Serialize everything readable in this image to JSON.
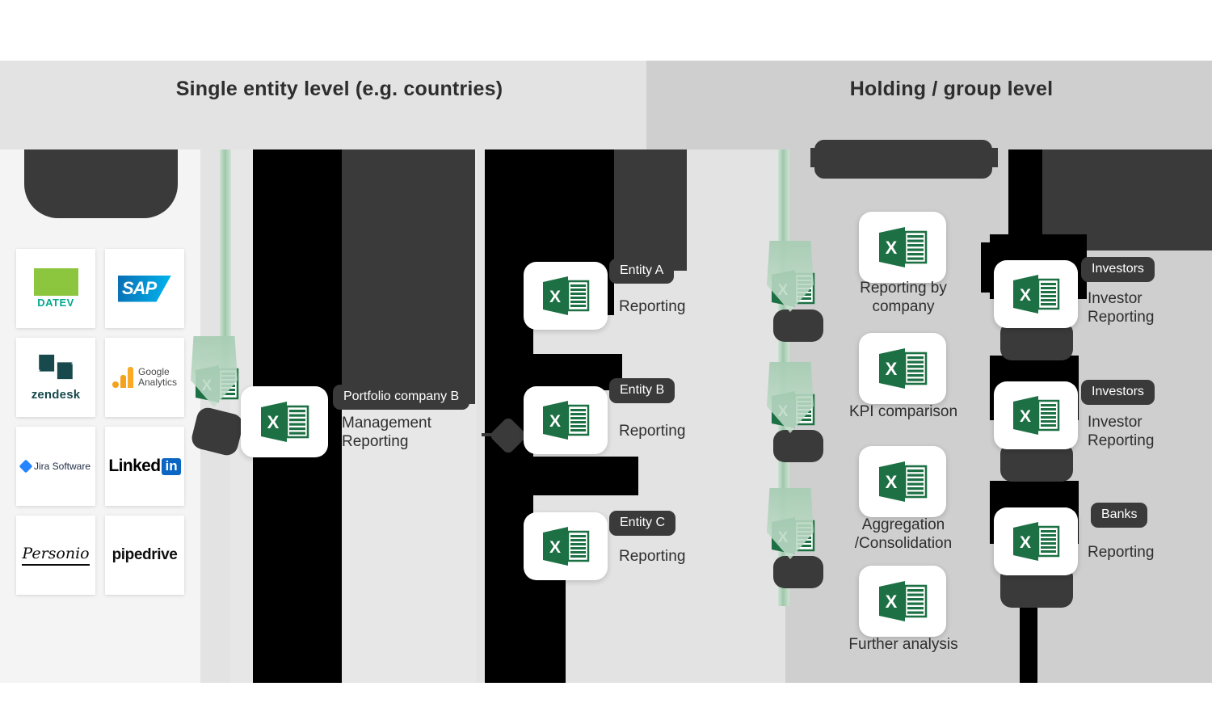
{
  "headers": {
    "left": "Single entity level (e.g. countries)",
    "right": "Holding / group level"
  },
  "sources": {
    "logos": [
      {
        "id": "datev-logo",
        "name": "DATEV"
      },
      {
        "id": "sap-logo",
        "name": "SAP"
      },
      {
        "id": "zendesk-logo",
        "name": "zendesk"
      },
      {
        "id": "google-analytics-logo",
        "name": "Google Analytics",
        "line1": "Google",
        "line2": "Analytics"
      },
      {
        "id": "jira-software-logo",
        "name": "Jira Software"
      },
      {
        "id": "linkedin-logo",
        "name": "Linked",
        "suffix": "in"
      },
      {
        "id": "personio-logo",
        "name": "Personio"
      },
      {
        "id": "pipedrive-logo",
        "name": "pipedrive"
      }
    ]
  },
  "entity_level": {
    "portfolio": {
      "pill": "Portfolio company B",
      "caption": "Management\nReporting"
    },
    "entities": [
      {
        "pill": "Entity A",
        "caption": "Reporting"
      },
      {
        "pill": "Entity B",
        "caption": "Reporting"
      },
      {
        "pill": "Entity C",
        "caption": "Reporting"
      }
    ]
  },
  "group_level": {
    "analyses": [
      {
        "caption": "Reporting by\ncompany"
      },
      {
        "caption": "KPI comparison"
      },
      {
        "caption": "Aggregation\n/Consolidation"
      },
      {
        "caption": "Further analysis"
      }
    ],
    "outputs": [
      {
        "pill": "Investors",
        "caption": "Investor\nReporting"
      },
      {
        "pill": "Investors",
        "caption": "Investor\nReporting"
      },
      {
        "pill": "Banks",
        "caption": "Reporting"
      }
    ]
  },
  "icons": {
    "excel": "excel-icon",
    "excel_letter": "X"
  },
  "colors": {
    "excel_green": "#1d7044",
    "excel_green_light": "#21a366",
    "flow_green": "#9fc8ab",
    "panel_left": "#e3e3e3",
    "panel_right": "#cfcfcf",
    "sources_panel": "#f4f4f4",
    "redaction": "#000000",
    "pill": "#3a3a3a",
    "text": "#2e2e2e"
  }
}
